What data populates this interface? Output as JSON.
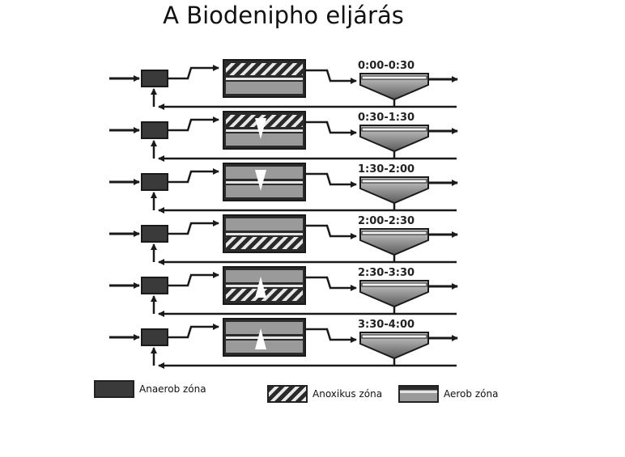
{
  "title": "A Biodenipho eljárás",
  "rows": [
    {
      "time": "0:00-0:30",
      "top_zone": "anoxic",
      "bottom_zone": "aerobic",
      "flow": "none"
    },
    {
      "time": "0:30-1:30",
      "top_zone": "anoxic",
      "bottom_zone": "aerobic",
      "flow": "down"
    },
    {
      "time": "1:30-2:00",
      "top_zone": "aerobic",
      "bottom_zone": "aerobic",
      "flow": "down"
    },
    {
      "time": "2:00-2:30",
      "top_zone": "aerobic",
      "bottom_zone": "anoxic",
      "flow": "none"
    },
    {
      "time": "2:30-3:30",
      "top_zone": "aerobic",
      "bottom_zone": "anoxic",
      "flow": "up"
    },
    {
      "time": "3:30-4:00",
      "top_zone": "aerobic",
      "bottom_zone": "aerobic",
      "flow": "up"
    }
  ],
  "legend": {
    "anaerob": "Anaerob zóna",
    "anoxikus": "Anoxikus zóna",
    "aerob": "Aerob zóna"
  }
}
